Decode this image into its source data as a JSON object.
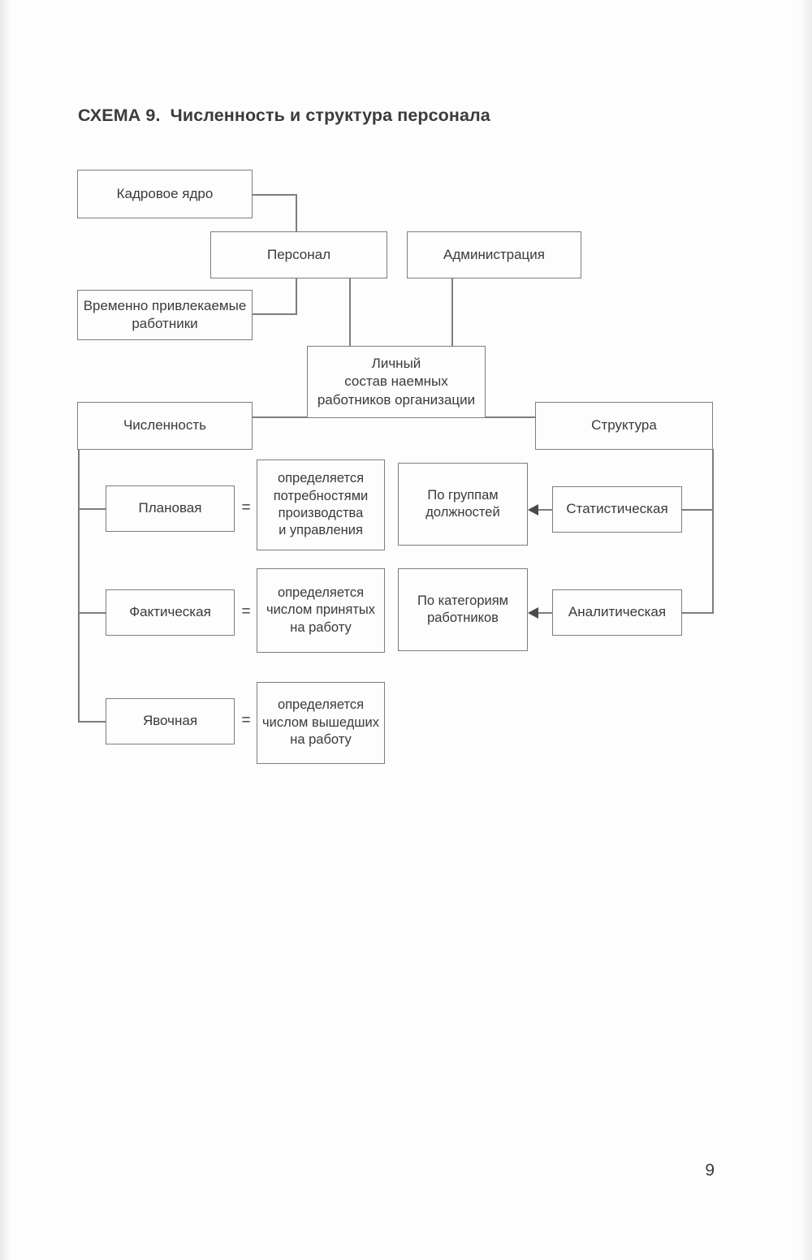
{
  "document": {
    "title": "СХЕМА 9.  Численность и структура персонала",
    "page_number": "9"
  },
  "diagram_data": {
    "type": "flowchart",
    "nodes": {
      "kadrovoe_yadro": "Кадровое ядро",
      "personal": "Персонал",
      "administraciya": "Администрация",
      "vremenno": "Временно привлекаемые\nработники",
      "lichnyy_sostav": "Личный\nсостав наемных\nработников организации",
      "chislennost": "Численность",
      "struktura": "Структура",
      "planovaya": "Плановая",
      "planovaya_def": "определяется\nпотребностями\nпроизводства\nи управления",
      "fakticheskaya": "Фактическая",
      "fakticheskaya_def": "определяется\nчислом принятых\nна работу",
      "yavochnaya": "Явочная",
      "yavochnaya_def": "определяется\nчислом вышедших\nна работу",
      "po_gruppam": "По группам\nдолжностей",
      "po_kategoriyam": "По категориям\nработников",
      "statisticheskaya": "Статистическая",
      "analiticheskaya": "Аналитическая"
    },
    "operators": {
      "equals_1": "=",
      "equals_2": "=",
      "equals_3": "="
    },
    "edges": [
      {
        "from": "kadrovoe_yadro",
        "to": "personal",
        "style": "elbow"
      },
      {
        "from": "vremenno",
        "to": "personal",
        "style": "elbow"
      },
      {
        "from": "personal",
        "to": "lichnyy_sostav",
        "style": "vertical"
      },
      {
        "from": "administraciya",
        "to": "lichnyy_sostav",
        "style": "vertical"
      },
      {
        "from": "lichnyy_sostav",
        "to": "chislennost",
        "style": "horizontal"
      },
      {
        "from": "lichnyy_sostav",
        "to": "struktura",
        "style": "horizontal"
      },
      {
        "from": "chislennost",
        "to": "planovaya",
        "style": "trunk-left"
      },
      {
        "from": "chislennost",
        "to": "fakticheskaya",
        "style": "trunk-left"
      },
      {
        "from": "chislennost",
        "to": "yavochnaya",
        "style": "trunk-left"
      },
      {
        "from": "struktura",
        "to": "statisticheskaya",
        "style": "trunk-right"
      },
      {
        "from": "struktura",
        "to": "analiticheskaya",
        "style": "trunk-right"
      },
      {
        "from": "statisticheskaya",
        "to": "po_gruppam",
        "style": "arrow-left"
      },
      {
        "from": "analiticheskaya",
        "to": "po_kategoriyam",
        "style": "arrow-left"
      }
    ],
    "colors": {
      "border": "#7d7d7d",
      "text": "#3a3a3a",
      "background": "#fdfdfd"
    }
  }
}
